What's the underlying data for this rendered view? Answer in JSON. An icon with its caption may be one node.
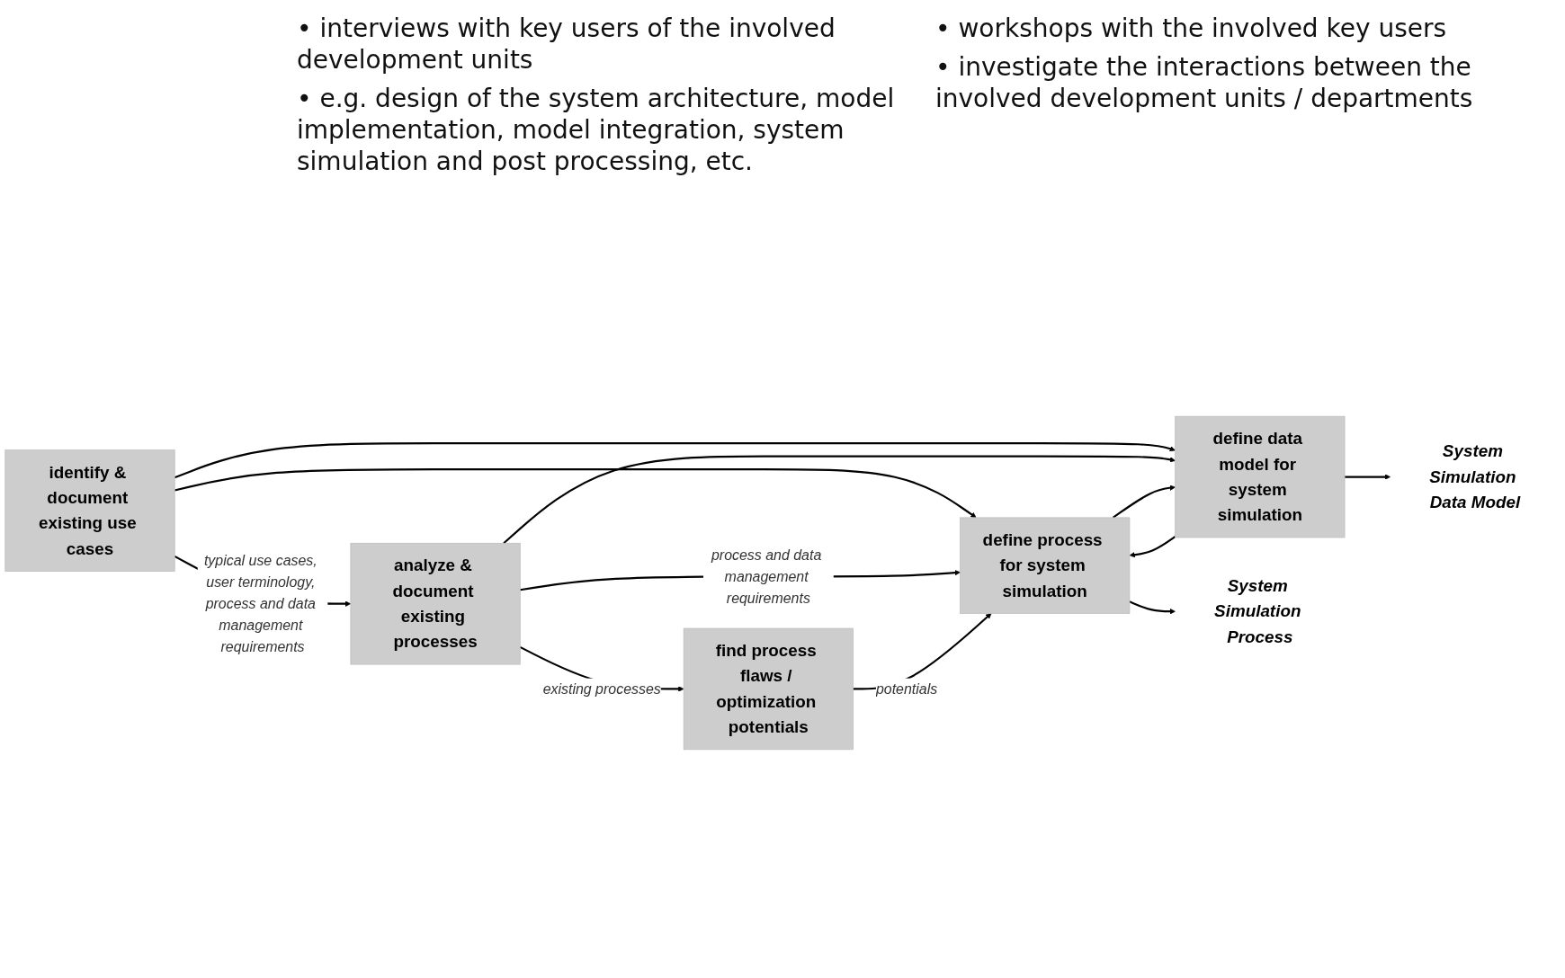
{
  "diagram": {
    "nodes": [
      {
        "text": [
          "identify & document existing use cases"
        ]
      },
      {
        "text": [
          "analyze & document existing processes"
        ]
      },
      {
        "text": [
          "find process flaws / optimization potentials"
        ]
      },
      {
        "text": [
          "define process for system simulation"
        ]
      },
      {
        "text": [
          "define data model for system simulation"
        ]
      },
      {
        "text": [
          "System Simulation Process"
        ]
      },
      {
        "text": [
          "System Simulation Data Model"
        ]
      }
    ],
    "edges": [
      {
        "from": 0,
        "to": 1,
        "arrow": "to",
        "label": "typical use cases, user terminology, process and data management requirements"
      },
      {
        "from": 0,
        "to": 3,
        "arrow": "to"
      },
      {
        "from": 0,
        "to": 4,
        "arrow": "to"
      },
      {
        "from": 1,
        "to": 2,
        "arrow": "to",
        "label": "existing processes"
      },
      {
        "from": 1,
        "to": 3,
        "arrow": "to",
        "label": "process and data management requirements"
      },
      {
        "from": 1,
        "to": 4,
        "arrow": "to"
      },
      {
        "from": 2,
        "to": 3,
        "arrow": "to",
        "label": "potentials"
      },
      {
        "from": 3,
        "to": 4,
        "arrow": "to"
      },
      {
        "from": 4,
        "to": 3,
        "arrow": "to"
      },
      {
        "from": 3,
        "to": 5,
        "arrow": "to"
      },
      {
        "from": 4,
        "to": 6,
        "arrow": "to"
      }
    ],
    "labels": [
      "• interviews with key users of the involved development units",
      "• e.g. design of the system architecture, model implementation, model integration, system simulation and post processing, etc.",
      "• workshops with the involved key users",
      "• investigate the interactions between the involved development units / departments"
    ]
  }
}
